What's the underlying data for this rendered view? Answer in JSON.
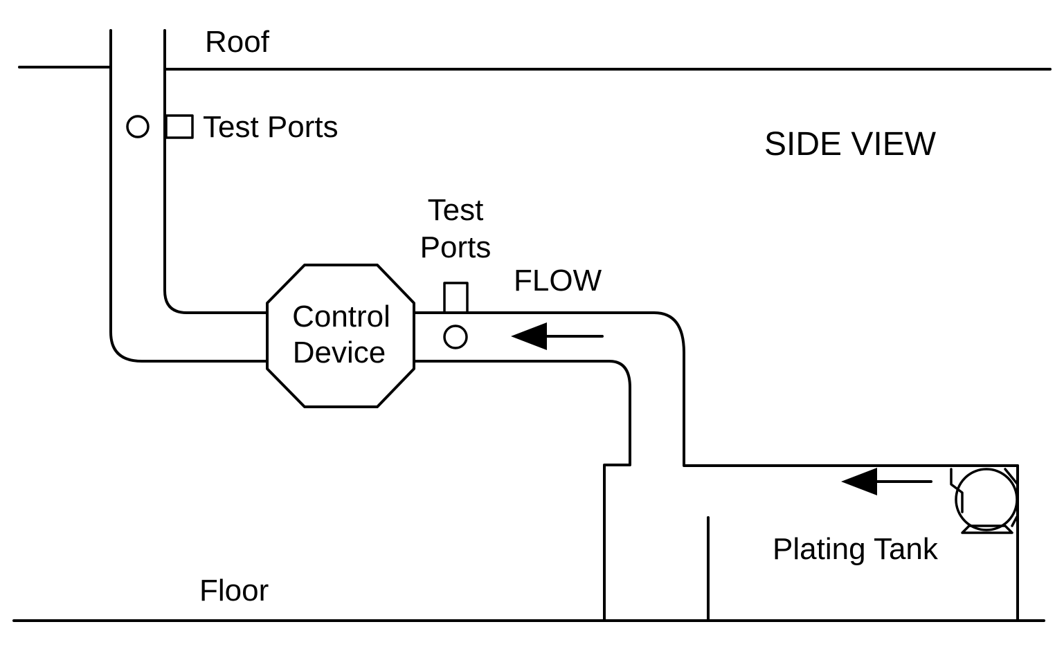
{
  "diagram": {
    "view_label": "SIDE VIEW",
    "roof_label": "Roof",
    "floor_label": "Floor",
    "upper_test_ports_label": "Test Ports",
    "lower_test_ports_label": [
      "Test",
      "Ports"
    ],
    "flow_label": "FLOW",
    "control_device_label": [
      "Control",
      "Device"
    ],
    "plating_tank_label": "Plating Tank",
    "stroke_color": "#000000",
    "background_color": "#ffffff"
  }
}
